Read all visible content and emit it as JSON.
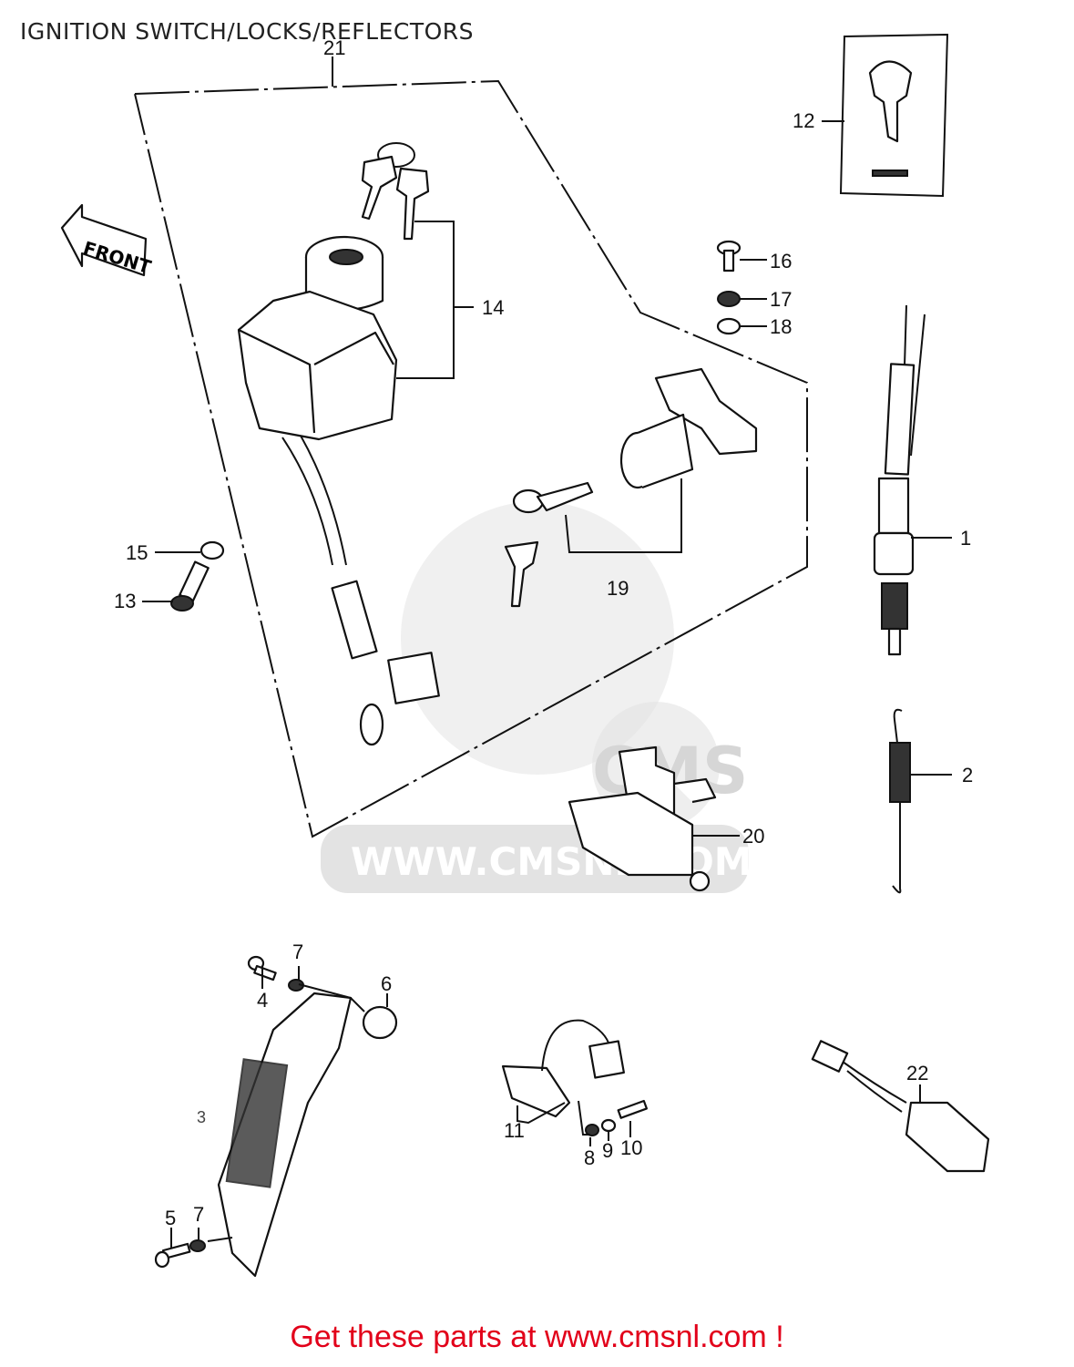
{
  "title": "IGNITION SWITCH/LOCKS/REFLECTORS",
  "front_arrow_label": "FRONT",
  "watermark": {
    "logo_text": "CMS",
    "url_text": "WWW.CMSNL.COM"
  },
  "callouts": {
    "c1": "1",
    "c2": "2",
    "c3": "3",
    "c4": "4",
    "c5": "5",
    "c6": "6",
    "c7a": "7",
    "c7b": "7",
    "c8": "8",
    "c9": "9",
    "c10": "10",
    "c11": "11",
    "c12": "12",
    "c13": "13",
    "c14": "14",
    "c15": "15",
    "c16": "16",
    "c17": "17",
    "c18": "18",
    "c19": "19",
    "c20": "20",
    "c21": "21",
    "c22": "22"
  },
  "footer": "Get these parts at www.cmsnl.com !"
}
